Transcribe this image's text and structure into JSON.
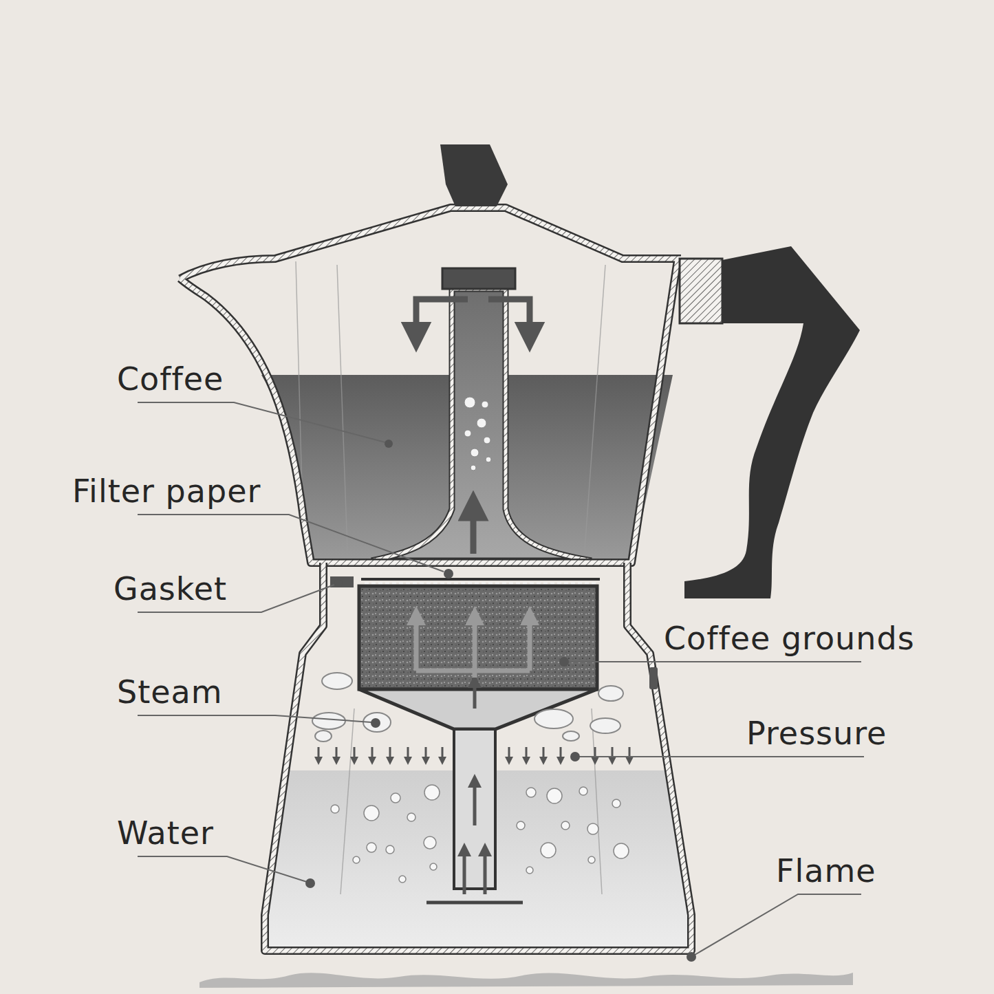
{
  "diagram": {
    "labels": [
      "Coffee",
      "Filter paper",
      "Gasket",
      "Steam",
      "Water",
      "Coffee grounds",
      "Pressure",
      "Flame"
    ]
  }
}
